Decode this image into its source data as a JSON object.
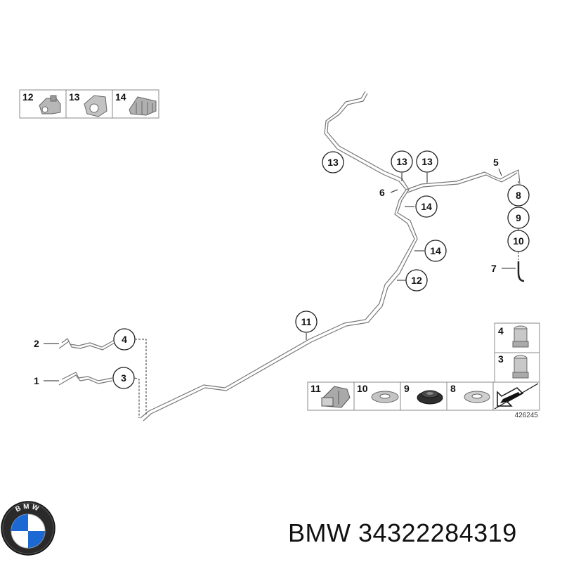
{
  "legend_top": {
    "items": [
      {
        "number": "12",
        "part_icon": "clip-icon"
      },
      {
        "number": "13",
        "part_icon": "holder-icon"
      },
      {
        "number": "14",
        "part_icon": "multi-clip-icon"
      }
    ]
  },
  "legend_bottom": {
    "items": [
      {
        "number": "11",
        "part_icon": "bracket-clip-icon"
      },
      {
        "number": "10",
        "part_icon": "washer-icon"
      },
      {
        "number": "9",
        "part_icon": "grommet-icon"
      },
      {
        "number": "8",
        "part_icon": "washer-icon"
      }
    ],
    "arrow_icon": "direction-arrow-icon"
  },
  "legend_side": {
    "items": [
      {
        "number": "4",
        "part_icon": "union-nut-icon"
      },
      {
        "number": "3",
        "part_icon": "union-nut-icon"
      }
    ]
  },
  "callouts": {
    "c13a": "13",
    "c13b": "13",
    "c13c": "13",
    "c14a": "14",
    "c14b": "14",
    "c12": "12",
    "c11": "11",
    "c4": "4",
    "c3": "3",
    "c8": "8",
    "c9": "9",
    "c10": "10"
  },
  "plain_labels": {
    "l5": "5",
    "l6": "6",
    "l7": "7",
    "l2": "2",
    "l1": "1"
  },
  "diagram_id": "426245",
  "brand": {
    "text": "BMW 34322284319",
    "logo_letters": "BMW",
    "colors": {
      "blue": "#1c69d4",
      "ring": "#1a1a1a",
      "white": "#ffffff"
    }
  }
}
